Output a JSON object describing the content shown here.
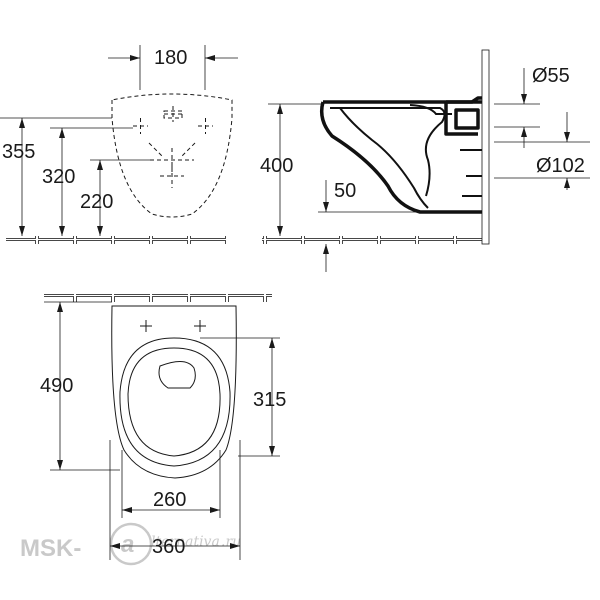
{
  "front_view": {
    "dim_width": "180",
    "dim_height_total": "355",
    "dim_upper_holes": "320",
    "dim_lower_holes": "220"
  },
  "side_view": {
    "dim_height": "400",
    "dim_outlet_offset": "50",
    "dim_inlet_diameter": "Ø55",
    "dim_outlet_diameter": "Ø102"
  },
  "top_view": {
    "dim_length": "490",
    "dim_seat_length": "315",
    "dim_inner_width": "260",
    "dim_outer_width": "360"
  },
  "watermark": {
    "prefix": "MSK-",
    "letter": "a",
    "script": "lternativa",
    "suffix": ".ru"
  }
}
